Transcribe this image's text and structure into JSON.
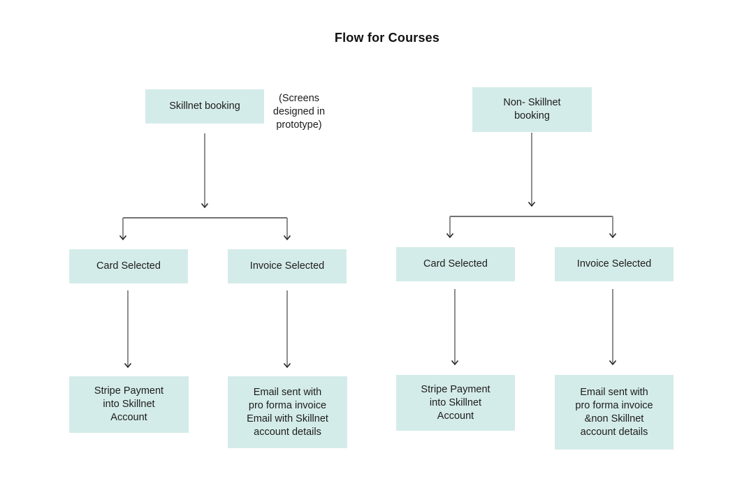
{
  "title": "Flow for Courses",
  "annotation": "(Screens\ndesigned in\nprototype)",
  "colors": {
    "node_fill": "#d4ece9",
    "text": "#1c1c1c",
    "arrow_stem": "#828282",
    "branch_line": "#1f1f1f",
    "background": "#ffffff"
  },
  "flows": [
    {
      "id": "skillnet",
      "root": {
        "label": "Skillnet booking"
      },
      "branches": [
        {
          "label": "Card Selected",
          "outcome": "Stripe Payment\ninto Skillnet\nAccount"
        },
        {
          "label": "Invoice Selected",
          "outcome": "Email sent with\npro forma invoice\nEmail with Skillnet\naccount details"
        }
      ]
    },
    {
      "id": "non-skillnet",
      "root": {
        "label": "Non- Skillnet\nbooking"
      },
      "branches": [
        {
          "label": "Card Selected",
          "outcome": "Stripe Payment\ninto Skillnet\nAccount"
        },
        {
          "label": "Invoice Selected",
          "outcome": "Email sent with\npro forma invoice\n&non Skillnet\naccount details"
        }
      ]
    }
  ]
}
